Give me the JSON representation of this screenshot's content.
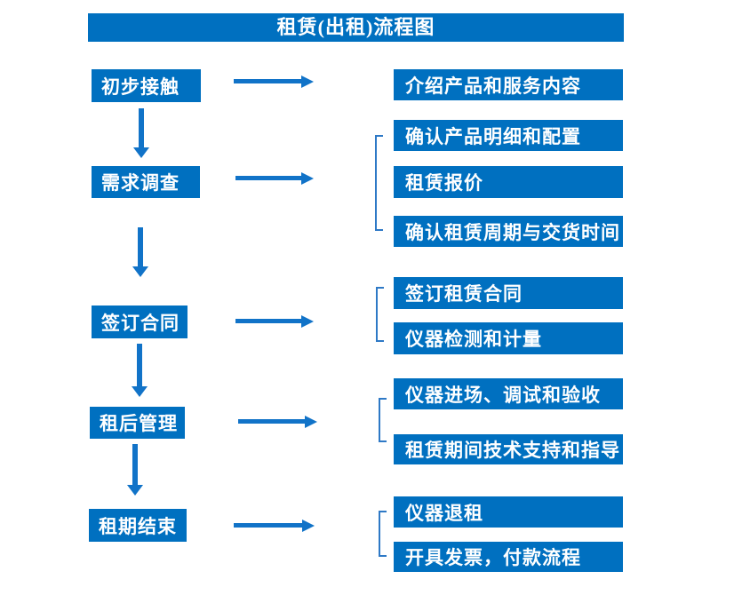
{
  "title": "租赁(出租)流程图",
  "colors": {
    "box_blue": "#0070C0",
    "arrow_blue": "#1173C8",
    "bracket_blue": "#2E79C6",
    "text_white": "#FFFFFF"
  },
  "flow": {
    "steps": [
      {
        "label": "初步接触",
        "outputs": [
          "介绍产品和服务内容"
        ]
      },
      {
        "label": "需求调查",
        "outputs": [
          "确认产品明细和配置",
          "租赁报价",
          "确认租赁周期与交货时间"
        ]
      },
      {
        "label": "签订合同",
        "outputs": [
          "签订租赁合同",
          "仪器检测和计量"
        ]
      },
      {
        "label": "租后管理",
        "outputs": [
          "仪器进场、调试和验收",
          "租赁期间技术支持和指导"
        ]
      },
      {
        "label": "租期结束",
        "outputs": [
          "仪器退租",
          "开具发票，付款流程"
        ]
      }
    ]
  }
}
